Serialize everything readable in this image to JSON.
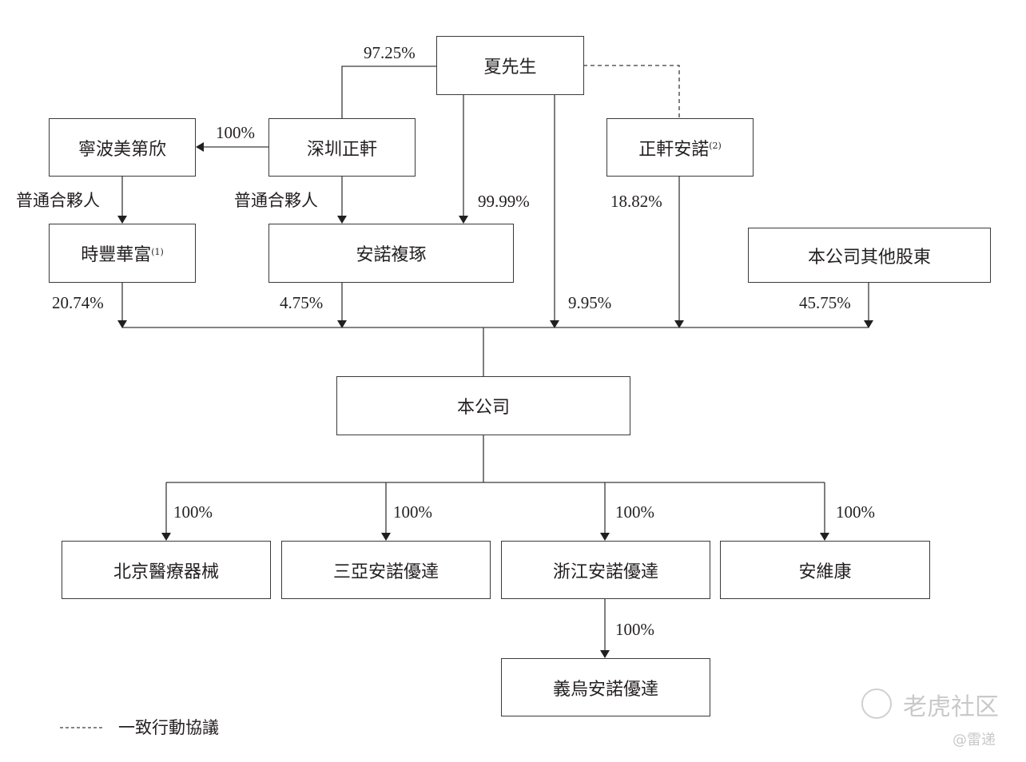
{
  "entities": {
    "mr_xia": "夏先生",
    "ningbo": "寧波美第欣",
    "shenzhen": "深圳正軒",
    "zhengxuan_annuo": "正軒安諾",
    "zhengxuan_annuo_note": "(2)",
    "shifeng": "時豐華富",
    "shifeng_note": "(1)",
    "annuo_fuzhuo": "安諾複琢",
    "other_shareholders": "本公司其他股東",
    "company": "本公司",
    "beijing": "北京醫療器械",
    "sanya": "三亞安諾優達",
    "zhejiang": "浙江安諾優達",
    "anweikang": "安維康",
    "yiwu": "義烏安諾優達"
  },
  "edges": {
    "xia_to_shenzhen": "97.25%",
    "shenzhen_to_ningbo": "100%",
    "ningbo_gp": "普通合夥人",
    "shenzhen_gp": "普通合夥人",
    "xia_to_fuzhuo": "99.99%",
    "zhengxuan_to_company": "18.82%",
    "shifeng_to_company": "20.74%",
    "fuzhuo_to_company": "4.75%",
    "xia_to_company": "9.95%",
    "others_to_company": "45.75%",
    "company_to_beijing": "100%",
    "company_to_sanya": "100%",
    "company_to_zhejiang": "100%",
    "company_to_anweikang": "100%",
    "zhejiang_to_yiwu": "100%"
  },
  "legend": {
    "dashed_label": "一致行動協議"
  },
  "watermark": {
    "brand": "老虎社区",
    "author": "@雷递"
  }
}
